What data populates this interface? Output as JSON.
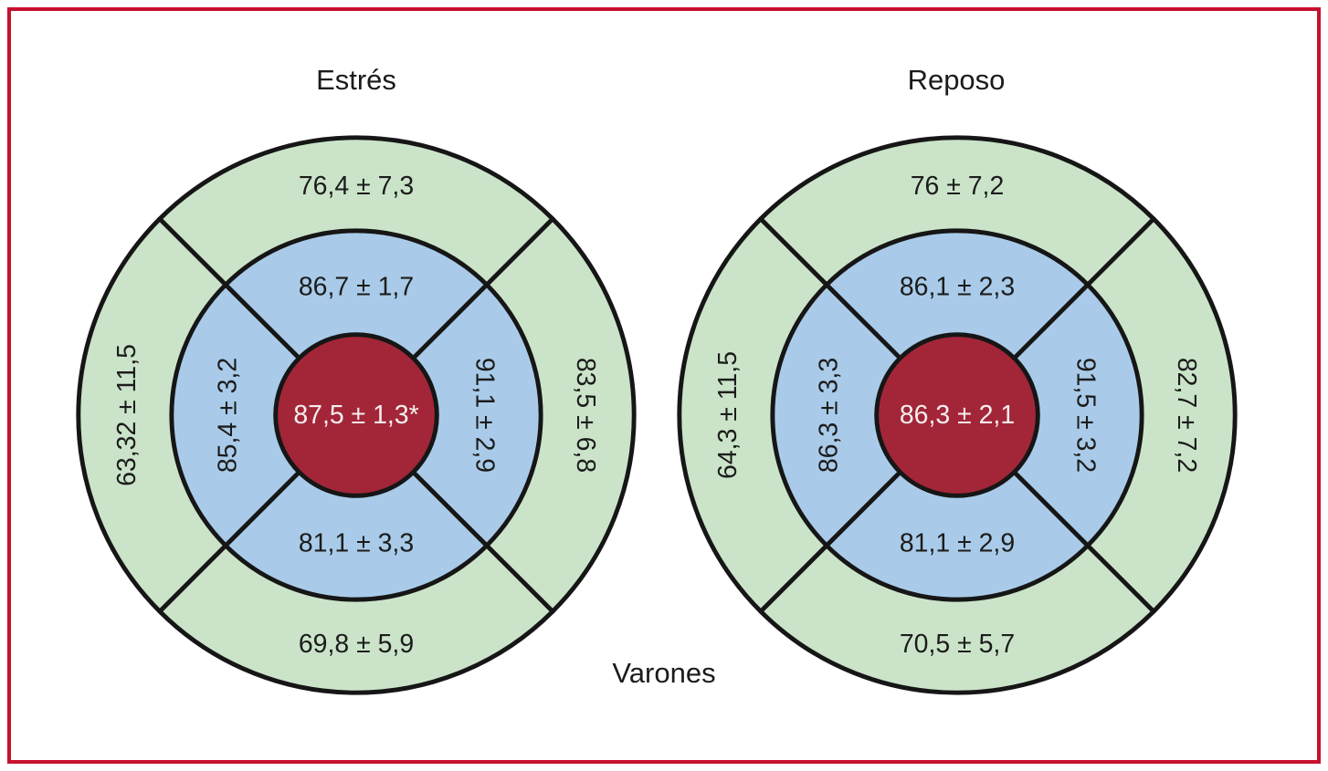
{
  "figure": {
    "bottom_label": "Varones",
    "border_color": "#c8102e",
    "colors": {
      "outer_ring": "#cbe4c9",
      "middle_ring": "#a9cbe9",
      "center": "#a32638",
      "center_text": "#f6efef",
      "outline": "#161616"
    }
  },
  "chart_data": [
    {
      "type": "pie",
      "variant": "bullseye-polar-map",
      "title": "Estrés",
      "layout": {
        "rings_outer_to_center": [
          "outer",
          "middle",
          "center"
        ],
        "segment_positions": [
          "top",
          "right",
          "bottom",
          "left"
        ],
        "divider_angles_deg": [
          45,
          135,
          225,
          315
        ],
        "legend": "none",
        "grid": "off"
      },
      "rings": [
        {
          "name": "outer",
          "color_key": "outer_ring",
          "segments": [
            {
              "position": "top",
              "label": "76,4 ± 7,3",
              "mean": 76.4,
              "sd": 7.3
            },
            {
              "position": "right",
              "label": "83,5 ± 6,8",
              "mean": 83.5,
              "sd": 6.8
            },
            {
              "position": "bottom",
              "label": "69,8 ± 5,9",
              "mean": 69.8,
              "sd": 5.9
            },
            {
              "position": "left",
              "label": "63,32 ± 11,5",
              "mean": 63.32,
              "sd": 11.5
            }
          ]
        },
        {
          "name": "middle",
          "color_key": "middle_ring",
          "segments": [
            {
              "position": "top",
              "label": "86,7 ± 1,7",
              "mean": 86.7,
              "sd": 1.7
            },
            {
              "position": "right",
              "label": "91,1 ± 2,9",
              "mean": 91.1,
              "sd": 2.9
            },
            {
              "position": "bottom",
              "label": "81,1 ± 3,3",
              "mean": 81.1,
              "sd": 3.3
            },
            {
              "position": "left",
              "label": "85,4 ± 3,2",
              "mean": 85.4,
              "sd": 3.2
            }
          ]
        },
        {
          "name": "center",
          "color_key": "center",
          "segments": [
            {
              "position": "center",
              "label": "87,5 ± 1,3*",
              "mean": 87.5,
              "sd": 1.3,
              "marker": "*"
            }
          ]
        }
      ]
    },
    {
      "type": "pie",
      "variant": "bullseye-polar-map",
      "title": "Reposo",
      "layout": {
        "rings_outer_to_center": [
          "outer",
          "middle",
          "center"
        ],
        "segment_positions": [
          "top",
          "right",
          "bottom",
          "left"
        ],
        "divider_angles_deg": [
          45,
          135,
          225,
          315
        ],
        "legend": "none",
        "grid": "off"
      },
      "rings": [
        {
          "name": "outer",
          "color_key": "outer_ring",
          "segments": [
            {
              "position": "top",
              "label": "76 ± 7,2",
              "mean": 76,
              "sd": 7.2
            },
            {
              "position": "right",
              "label": "82,7 ± 7,2",
              "mean": 82.7,
              "sd": 7.2
            },
            {
              "position": "bottom",
              "label": "70,5 ± 5,7",
              "mean": 70.5,
              "sd": 5.7
            },
            {
              "position": "left",
              "label": "64,3 ± 11,5",
              "mean": 64.3,
              "sd": 11.5
            }
          ]
        },
        {
          "name": "middle",
          "color_key": "middle_ring",
          "segments": [
            {
              "position": "top",
              "label": "86,1 ± 2,3",
              "mean": 86.1,
              "sd": 2.3
            },
            {
              "position": "right",
              "label": "91,5 ± 3,2",
              "mean": 91.5,
              "sd": 3.2
            },
            {
              "position": "bottom",
              "label": "81,1 ± 2,9",
              "mean": 81.1,
              "sd": 2.9
            },
            {
              "position": "left",
              "label": "86,3 ± 3,3",
              "mean": 86.3,
              "sd": 3.3
            }
          ]
        },
        {
          "name": "center",
          "color_key": "center",
          "segments": [
            {
              "position": "center",
              "label": "86,3 ± 2,1",
              "mean": 86.3,
              "sd": 2.1
            }
          ]
        }
      ]
    }
  ]
}
